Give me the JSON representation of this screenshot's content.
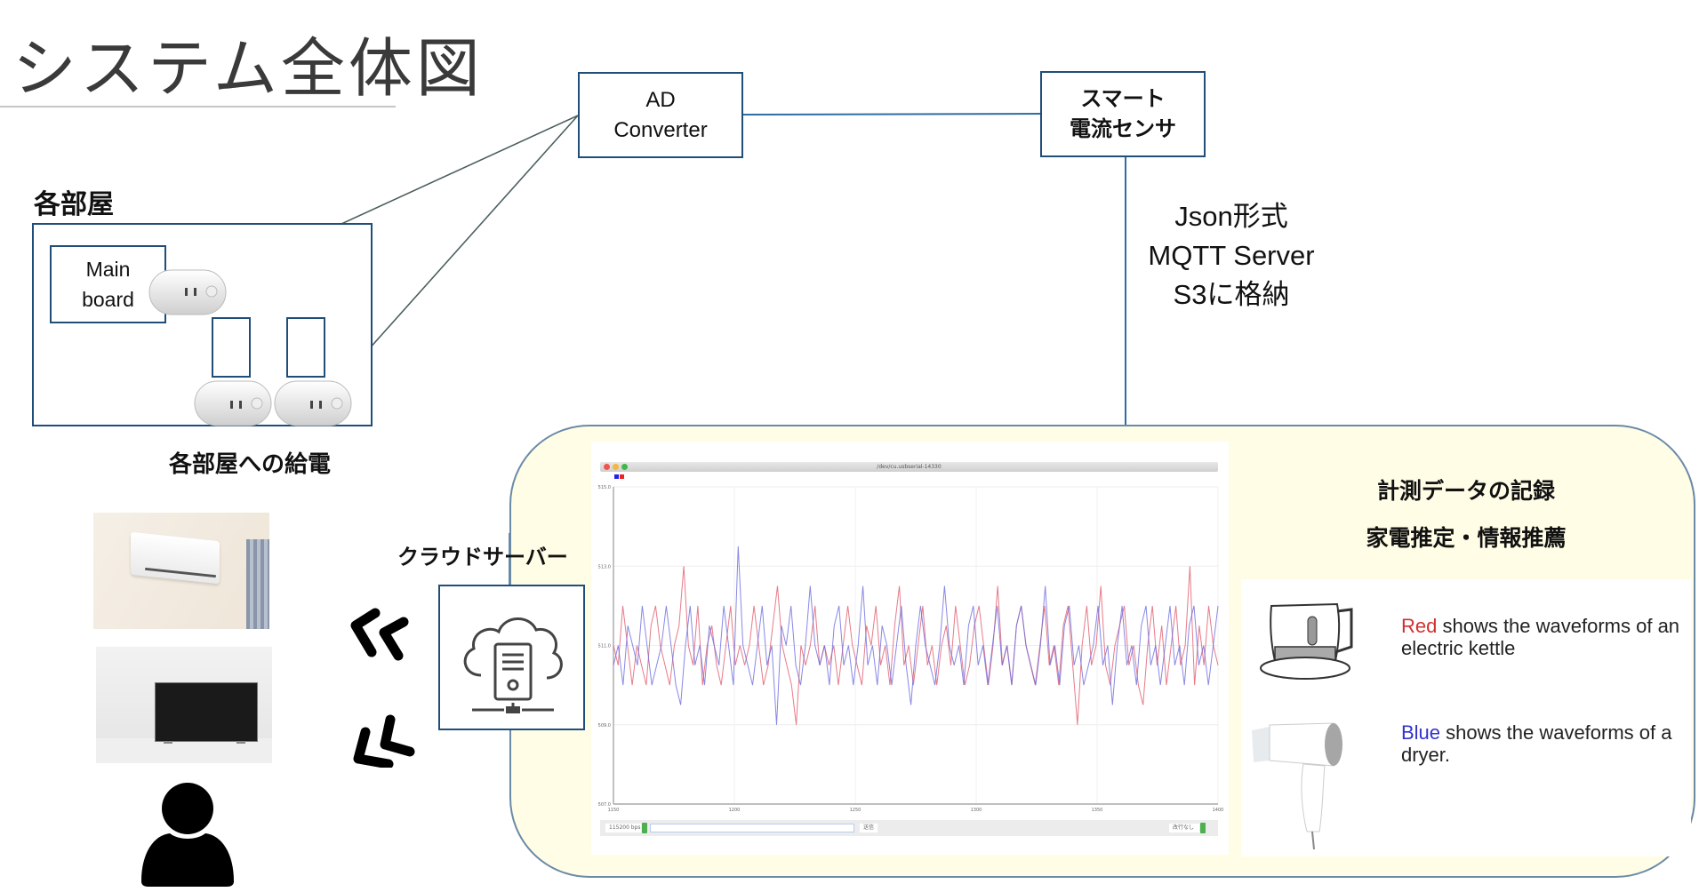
{
  "page": {
    "title": "システム全体図"
  },
  "room": {
    "label": "各部屋",
    "main_board_label": "Main\nboard",
    "caption": "各部屋への給電"
  },
  "devices": {
    "ad_converter_label": "AD\nConverter",
    "smart_sensor_label": "スマート\n電流センサ",
    "transport_note": "Json形式\nMQTT Server\nS3に格納"
  },
  "cloud": {
    "server_label": "クラウドサーバー",
    "heading_1": "計測データの記録",
    "heading_2": "家電推定・情報推薦"
  },
  "legend": {
    "red_keyword": "Red",
    "red_text": " shows the waveforms of an electric kettle",
    "blue_keyword": "Blue",
    "blue_text": " shows the waveforms of a dryer.",
    "red_color": "#d03030",
    "blue_color": "#3333cc"
  },
  "appliances": [
    "air-conditioner",
    "television",
    "user"
  ],
  "plotter": {
    "window_title": "/dev/cu.usbserial-14330",
    "baud_rate": "115200 bps",
    "send_label": "送信",
    "line_ending": "改行なし",
    "input_value": ""
  },
  "chart_data": {
    "type": "line",
    "title": "/dev/cu.usbserial-14330",
    "xlabel": "",
    "ylabel": "",
    "xlim": [
      1150,
      1400
    ],
    "ylim": [
      507.0,
      515.0
    ],
    "x_ticks": [
      "1150",
      "1200",
      "1250",
      "1300",
      "1350",
      "1400"
    ],
    "y_ticks": [
      "515.0",
      "513.0",
      "511.0",
      "509.0",
      "507.0"
    ],
    "grid": true,
    "legend": "top-left",
    "series": [
      {
        "name": "electric kettle",
        "color": "#e05a6a",
        "values": [
          511,
          510.5,
          512,
          511,
          510,
          511,
          510.5,
          510,
          511.5,
          512,
          511,
          510.5,
          510,
          511,
          511.5,
          513,
          511,
          510.5,
          512,
          510,
          511,
          511.5,
          510.5,
          510,
          511,
          512,
          510.5,
          511,
          510.5,
          511,
          512,
          511,
          510,
          510.5,
          511.5,
          512.5,
          511,
          510.5,
          510,
          509,
          511,
          510.5,
          511,
          512,
          510.5,
          511,
          510.5,
          511,
          510,
          511,
          512,
          511,
          510.5,
          510,
          511.5,
          511,
          512,
          510.5,
          511,
          510,
          511.5,
          512.5,
          510.5,
          511,
          510,
          511,
          512,
          510.5,
          511,
          510,
          511,
          511.5,
          510.5,
          512,
          511,
          510,
          510.5,
          511.5,
          512,
          511,
          510,
          511,
          512.5,
          510.5,
          511,
          510,
          511.5,
          512,
          511,
          510.5,
          510,
          511,
          512,
          510.5,
          511,
          510,
          511.5,
          512,
          510.5,
          509,
          511,
          512,
          510.5,
          511,
          512.5,
          510.5,
          510,
          511,
          511.5,
          512,
          510.5,
          511,
          510,
          509.5,
          511,
          512,
          510.5,
          511.5,
          510,
          511,
          512,
          510.5,
          511,
          513,
          510,
          511.5,
          510.5,
          512,
          511,
          510.5
        ]
      },
      {
        "name": "dryer",
        "color": "#6a6ae0",
        "values": [
          510.5,
          511,
          510,
          511.5,
          511,
          510.5,
          512,
          511,
          510,
          510.5,
          511,
          512,
          511,
          510,
          509.5,
          511,
          512,
          510.5,
          511,
          510,
          511.5,
          511,
          510.5,
          512,
          511,
          510,
          513.5,
          511,
          510.5,
          510,
          511,
          512,
          510.5,
          511,
          509,
          511.5,
          511,
          512,
          510.5,
          510,
          511,
          512.5,
          511,
          510.5,
          511,
          510,
          511.5,
          512,
          510.5,
          511,
          510,
          511,
          512.5,
          510.5,
          511,
          510,
          511.5,
          511,
          510,
          511,
          512,
          510.5,
          509.5,
          511,
          512,
          511,
          510.5,
          510,
          511,
          512.5,
          511,
          510.5,
          511,
          510,
          511.5,
          512,
          510.5,
          511,
          510,
          511,
          512,
          510.5,
          511,
          510,
          511.5,
          512,
          511,
          510.5,
          510,
          511,
          512.5,
          510.5,
          511,
          510,
          511.5,
          512,
          510.5,
          511,
          510,
          510.5,
          511,
          512,
          510.5,
          511,
          509.5,
          511,
          512,
          510.5,
          511,
          510,
          511.5,
          512,
          510.5,
          511,
          510,
          511,
          512,
          510.5,
          511,
          510,
          511.5,
          512,
          510.5,
          511,
          510,
          511,
          512
        ]
      }
    ]
  }
}
